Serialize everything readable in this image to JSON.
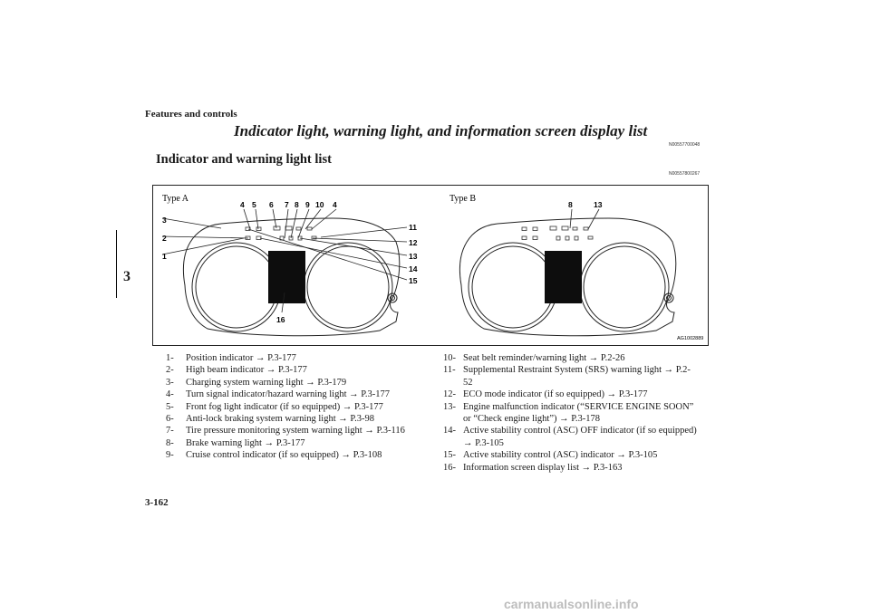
{
  "header": {
    "section": "Features and controls",
    "chapter": "3"
  },
  "title": {
    "text": "Indicator light, warning light, and information screen display list",
    "code": "N00557700048"
  },
  "subtitle": {
    "text": "Indicator and warning light list",
    "code": "N00557800267"
  },
  "figure": {
    "type_a_label": "Type A",
    "type_b_label": "Type B",
    "image_code": "AG1002889",
    "callouts_a": [
      "4",
      "5",
      "6",
      "7",
      "8",
      "9",
      "10",
      "4",
      "3",
      "2",
      "1",
      "11",
      "12",
      "13",
      "14",
      "15",
      "16"
    ],
    "callouts_b": [
      "8",
      "13"
    ]
  },
  "items_left": [
    {
      "num": "1-",
      "text": "Position indicator → P.3-177"
    },
    {
      "num": "2-",
      "text": "High beam indicator → P.3-177"
    },
    {
      "num": "3-",
      "text": "Charging system warning light → P.3-179"
    },
    {
      "num": "4-",
      "text": "Turn signal indicator/hazard warning light → P.3-177"
    },
    {
      "num": "5-",
      "text": "Front fog light indicator (if so equipped) → P.3-177"
    },
    {
      "num": "6-",
      "text": "Anti-lock braking system warning light → P.3-98"
    },
    {
      "num": "7-",
      "text": "Tire pressure monitoring system warning light → P.3-116"
    },
    {
      "num": "8-",
      "text": "Brake warning light → P.3-177"
    },
    {
      "num": "9-",
      "text": "Cruise control indicator (if so equipped) → P.3-108"
    }
  ],
  "items_right": [
    {
      "num": "10-",
      "text": "Seat belt reminder/warning light → P.2-26"
    },
    {
      "num": "11-",
      "text": "Supplemental Restraint System (SRS) warning light → P.2-52"
    },
    {
      "num": "12-",
      "text": "ECO mode indicator (if so equipped) → P.3-177"
    },
    {
      "num": "13-",
      "text": "Engine malfunction indicator (“SERVICE ENGINE SOON” or “Check engine light”) → P.3-178"
    },
    {
      "num": "14-",
      "text": "Active stability control (ASC) OFF indicator (if so equipped) → P.3-105"
    },
    {
      "num": "15-",
      "text": "Active stability control (ASC) indicator → P.3-105"
    },
    {
      "num": "16-",
      "text": "Information screen display list → P.3-163"
    }
  ],
  "page_number": "3-162",
  "watermark": "carmanualsonline.info"
}
